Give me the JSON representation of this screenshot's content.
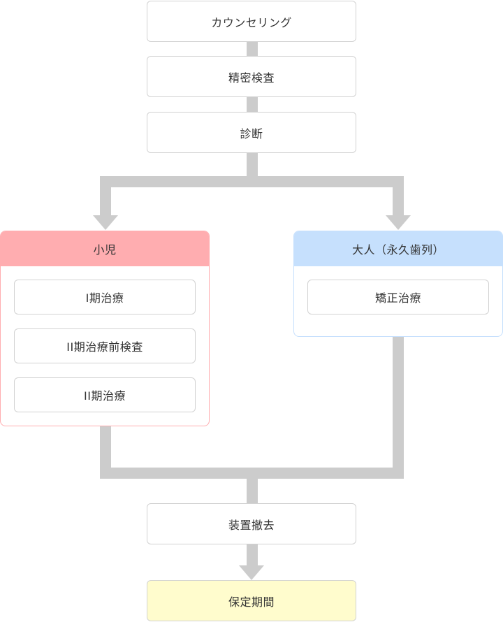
{
  "flow": {
    "counseling": "カウンセリング",
    "examination": "精密検査",
    "diagnosis": "診断",
    "appliance_removal": "装置撤去",
    "retention_period": "保定期間"
  },
  "child": {
    "title": "小児",
    "steps": [
      "I期治療",
      "II期治療前検査",
      "II期治療"
    ]
  },
  "adult": {
    "title": "大人（永久歯列）",
    "steps": [
      "矯正治療"
    ]
  },
  "colors": {
    "connector": "#cccccc",
    "child_accent": "#ffadb0",
    "adult_accent": "#c6e0fd",
    "final_fill": "#fffccd",
    "box_border": "#d2d2d2"
  }
}
